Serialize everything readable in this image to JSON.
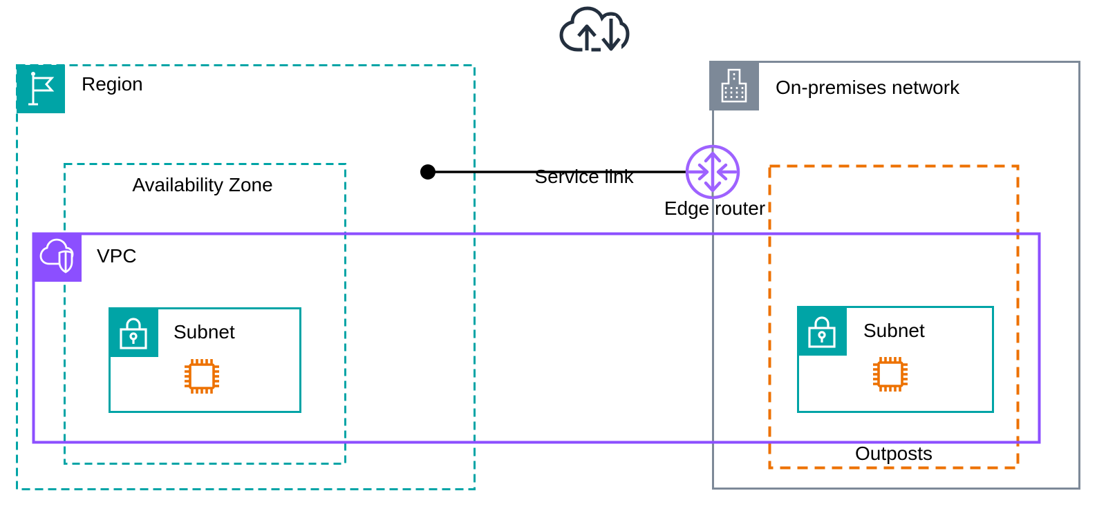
{
  "diagram_type": "aws-outposts-architecture",
  "colors": {
    "teal": "#00A4A6",
    "purple": "#8C4FFF",
    "router_purple": "#9E62FF",
    "orange": "#ED7100",
    "gray": "#7D8998",
    "navy": "#232F3E",
    "black": "#000000",
    "white": "#FFFFFF"
  },
  "nodes": {
    "internet": {
      "icon": "cloud-arrows-icon"
    },
    "region": {
      "label": "Region",
      "icon": "flag-icon"
    },
    "availability_zone": {
      "label": "Availability Zone"
    },
    "vpc": {
      "label": "VPC",
      "icon": "cloud-shield-icon"
    },
    "subnet_az": {
      "label": "Subnet",
      "icon": "lock-icon",
      "content_icon": "chip-icon"
    },
    "subnet_outposts": {
      "label": "Subnet",
      "icon": "lock-icon",
      "content_icon": "chip-icon"
    },
    "service_link": {
      "label": "Service link"
    },
    "edge_router": {
      "label": "Edge router",
      "icon": "router-icon"
    },
    "on_premises": {
      "label": "On-premises network",
      "icon": "building-icon"
    },
    "outposts": {
      "label": "Outposts"
    }
  }
}
